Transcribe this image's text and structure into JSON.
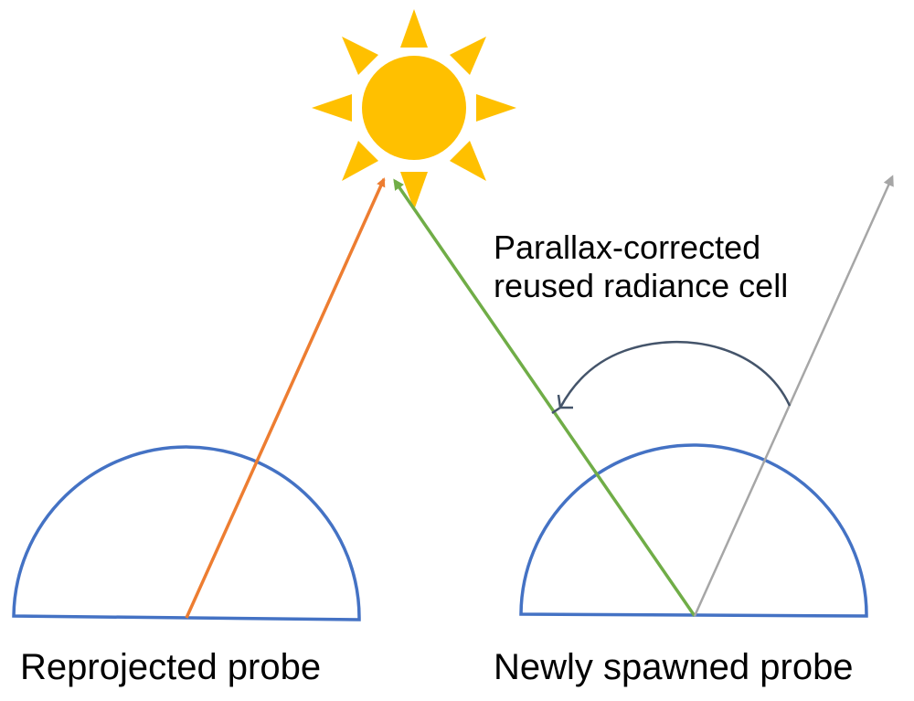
{
  "colors": {
    "probe": "#4472C4",
    "sun": "#FFC000",
    "reprojected_ray": "#ED7D31",
    "corrected_ray": "#70AD47",
    "original_ray": "#A6A6A6",
    "rotation_arrow": "#44546A"
  },
  "icons": {
    "sun": "sun-icon"
  },
  "labels": {
    "reprojected_probe": "Reprojected probe",
    "new_probe": "Newly spawned probe",
    "annotation_line1": "Parallax-corrected",
    "annotation_line2": "reused radiance cell"
  }
}
